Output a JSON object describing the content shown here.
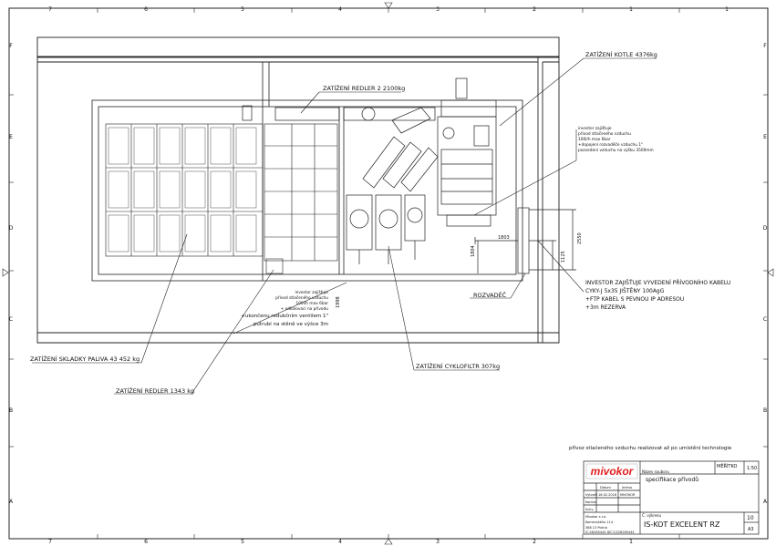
{
  "border": {
    "columns_top": [
      "6",
      "5",
      "4",
      "3",
      "2",
      "1"
    ],
    "columns_top_left": "7",
    "rows_left": [
      "F",
      "E",
      "D",
      "C",
      "B",
      "A"
    ],
    "rows_right": [
      "F",
      "E",
      "D",
      "C",
      "B",
      "A"
    ]
  },
  "labels": {
    "kotel": "ZATÍŽENÍ KOTLE 4376kg",
    "redler2": "ZATÍŽENÍ REDLER 2 2100kg",
    "sklad": "ZATÍŽENÍ SKLADKY PALIVA 43 452 kg",
    "redler": "ZATÍŽENÍ REDLER 1343 kg",
    "cyklo": "ZATÍŽENÍ CYKLOFILTR 307kg",
    "rozvadec": "ROZVADĚČ"
  },
  "notes": {
    "investor_small": [
      "investor zajišťuje",
      "přívod stlačeného vzduchu",
      "100l/h max 6bar",
      "+dopojení rozvaděče vzduchu 1\"",
      "pozvedení vzduchu na výšku 3500mm"
    ],
    "investor_left": [
      "investor zajišťuje",
      "přívod stlačeného vzduchu",
      "100l/h max 6bar",
      "+ odkalovací na přívodu"
    ],
    "ventil": [
      "+ukončenu redukčním ventilem 1\"",
      "putrubí na stěně  ve výšce 3m"
    ],
    "kabel": [
      "INVESTOR ZAJIŠŤUJE VYVEDENÍ PŘÍVODNÍHO KABELU",
      "CYKY-J 5x35 JIŠTĚNY 100AgG",
      "+FTP KABEL S PEVNOU IP ADRESOU",
      "+3m REZERVA"
    ],
    "bottom": "přívoz stlačeného vzduchu realizovat až po umístění technologie"
  },
  "dims": {
    "d1": "1803",
    "d2": "2550",
    "d3": "1125",
    "d4": "1804",
    "d5": "1998"
  },
  "title_block": {
    "logo": "mivokor",
    "meritko_label": "MĚŘÍTKO",
    "meritko_value": "1:50",
    "nazev_label": "Název souboru",
    "nazev_value": "specifikace přívodů",
    "header_cols": [
      "Datum",
      "Jméno"
    ],
    "rows": [
      {
        "label": "Vytvořil",
        "date": "16.02.2018",
        "name": "MIVOKOR"
      },
      {
        "label": "Kontrol",
        "date": "",
        "name": ""
      },
      {
        "label": "Schv.",
        "date": "",
        "name": ""
      }
    ],
    "vykres_label": "Č. výkresu",
    "vykres_value": "IS-KOT EXCELENT RZ",
    "sheet_num": "10",
    "format": "A3",
    "company": [
      "Mivokor s.r.o.",
      "Komenského 114",
      "388 13 Poliná",
      "IČ:26285444 DIČ:CZ26285444"
    ]
  },
  "colors": {
    "line": "#222222",
    "logo_red": "#e02020"
  }
}
